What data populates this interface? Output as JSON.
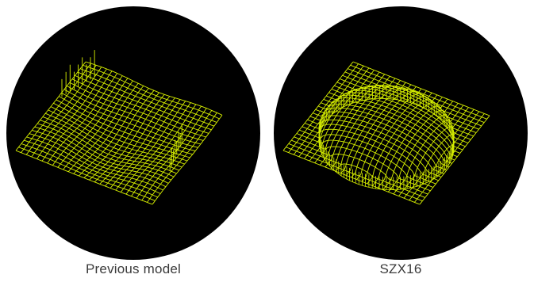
{
  "panels": [
    {
      "caption": "Previous model",
      "surface": "flat-edge-artifacts"
    },
    {
      "caption": "SZX16",
      "surface": "dome"
    }
  ],
  "colors": {
    "mesh": "#d8f000",
    "background": "#000000",
    "caption_text": "#3a3a3a"
  }
}
